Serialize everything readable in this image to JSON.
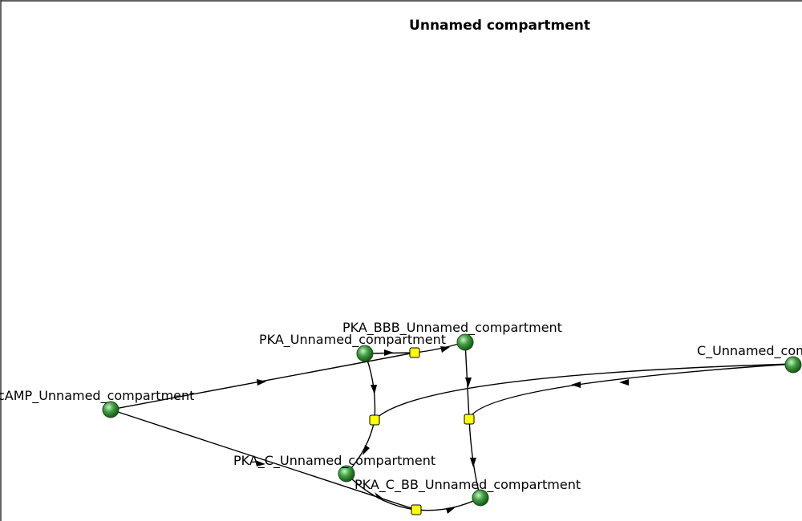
{
  "diagram": {
    "compartment": {
      "title": "Unnamed compartment"
    },
    "species": [
      {
        "id": "cAMP",
        "label": "cAMP_Unnamed_compartment"
      },
      {
        "id": "PKA",
        "label": "PKA_Unnamed_compartment"
      },
      {
        "id": "PKA_BBB",
        "label": "PKA_BBB_Unnamed_compartment"
      },
      {
        "id": "C",
        "label": "C_Unnamed_compartment"
      },
      {
        "id": "PKA_C",
        "label": "PKA_C_Unnamed_compartment"
      },
      {
        "id": "PKA_C_BB",
        "label": "PKA_C_BB_Unnamed_compartment"
      }
    ],
    "reactions": [
      {
        "id": "r1",
        "reactants": [
          "PKA",
          "cAMP"
        ],
        "products": [
          "PKA_BBB"
        ]
      },
      {
        "id": "r2",
        "reactants": [
          "PKA",
          "C"
        ],
        "products": [
          "PKA_C"
        ]
      },
      {
        "id": "r3",
        "reactants": [
          "PKA_BBB",
          "C"
        ],
        "products": [
          "PKA_C_BB"
        ]
      },
      {
        "id": "r4",
        "reactants": [
          "PKA_C",
          "cAMP"
        ],
        "products": [
          "PKA_C_BB"
        ]
      }
    ],
    "colors": {
      "species_fill": "#2e8b2e",
      "reaction_fill": "#ffff00",
      "edge": "#000000"
    }
  }
}
